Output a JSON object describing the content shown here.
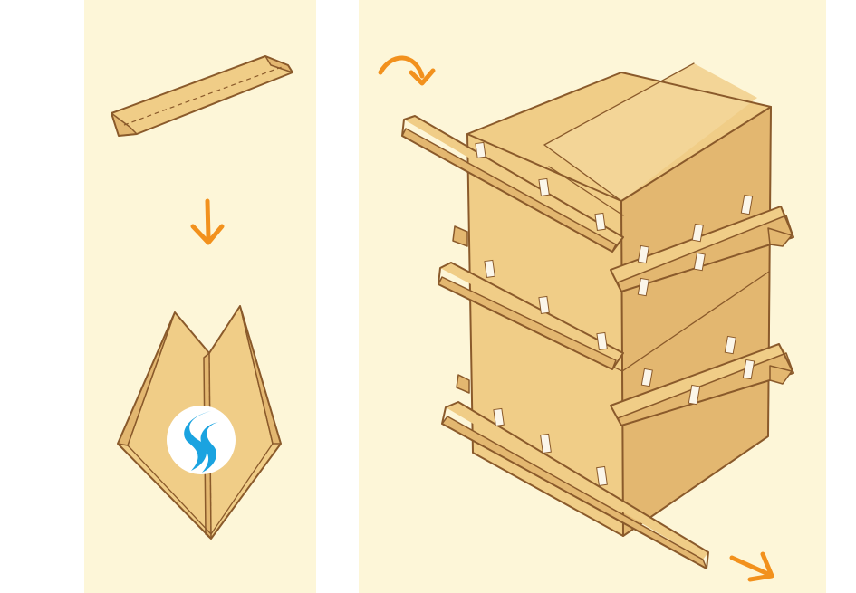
{
  "illustration": {
    "left_panel": {
      "step_from": "flat-edge-protector",
      "step_to": "folded-edge-protector",
      "arrow": "down-arrow",
      "logo": "wave-logo-icon"
    },
    "right_panel": {
      "subject": "box-with-edge-protectors",
      "arrows": [
        "rotate-arrow",
        "out-arrow"
      ]
    }
  },
  "colors": {
    "background": "#fdf6d8",
    "cardboard": "#f0cd87",
    "cardboard_dark": "#e3b770",
    "outline": "#8a5a2b",
    "arrow": "#f2911d",
    "logo_blue": "#1aa3e0",
    "tape": "#fbf6ea"
  }
}
